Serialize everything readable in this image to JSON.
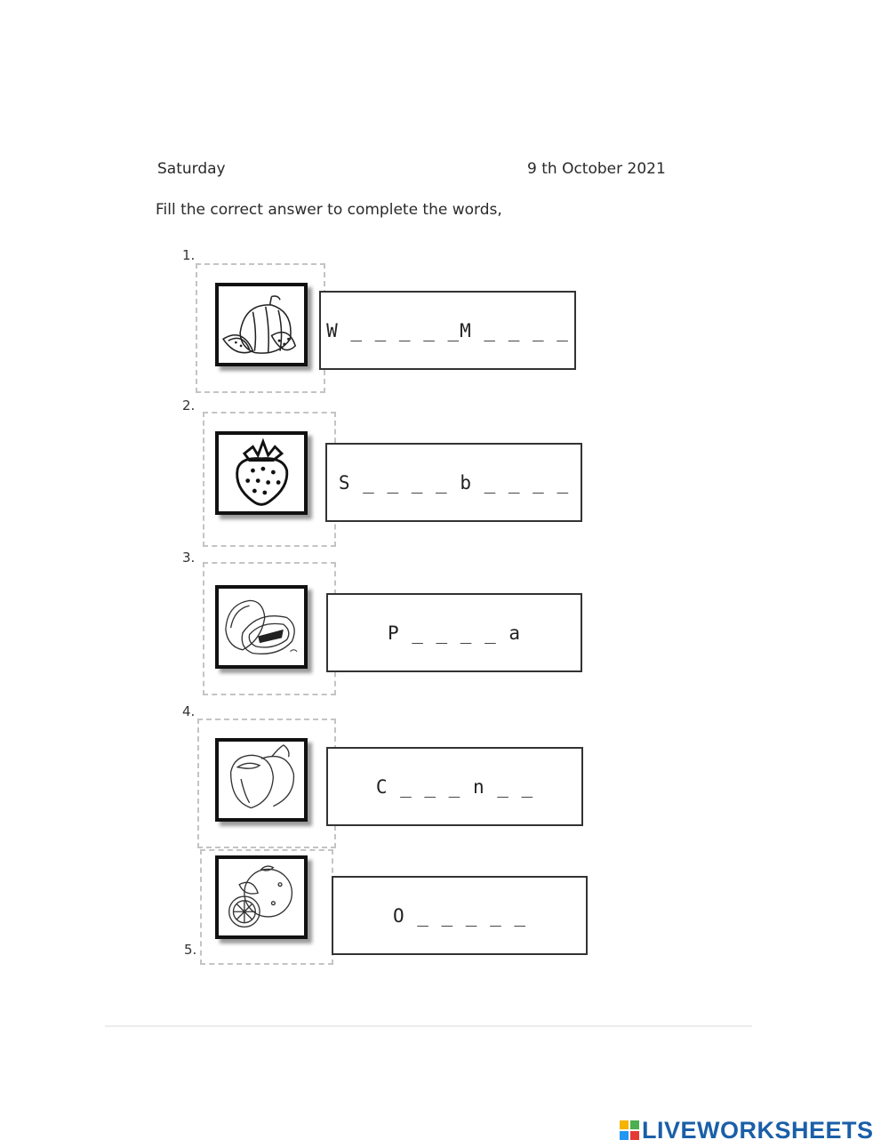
{
  "header": {
    "day": "Saturday",
    "date": "9 th October 2021",
    "instruction": "Fill the correct answer to complete the words,"
  },
  "items": [
    {
      "number": "1.",
      "fruit_icon": "watermelon-icon",
      "answer": "W _ _ _ _ _M _ _ _ _"
    },
    {
      "number": "2.",
      "fruit_icon": "strawberry-icon",
      "answer": "S _ _ _ _ b _ _ _ _"
    },
    {
      "number": "3.",
      "fruit_icon": "papaya-icon",
      "answer": "P _ _ _ _ a"
    },
    {
      "number": "4.",
      "fruit_icon": "coconut-icon",
      "answer": "C _ _ _ n _ _"
    },
    {
      "number": "5.",
      "fruit_icon": "orange-icon",
      "answer": "O _ _ _ _ _"
    }
  ],
  "brand": {
    "name": "LIVEWORKSHEETS",
    "colors": {
      "text": "#1a5fa8",
      "tiles": [
        "#f4b400",
        "#4caf50",
        "#2196f3",
        "#e53935"
      ]
    }
  }
}
